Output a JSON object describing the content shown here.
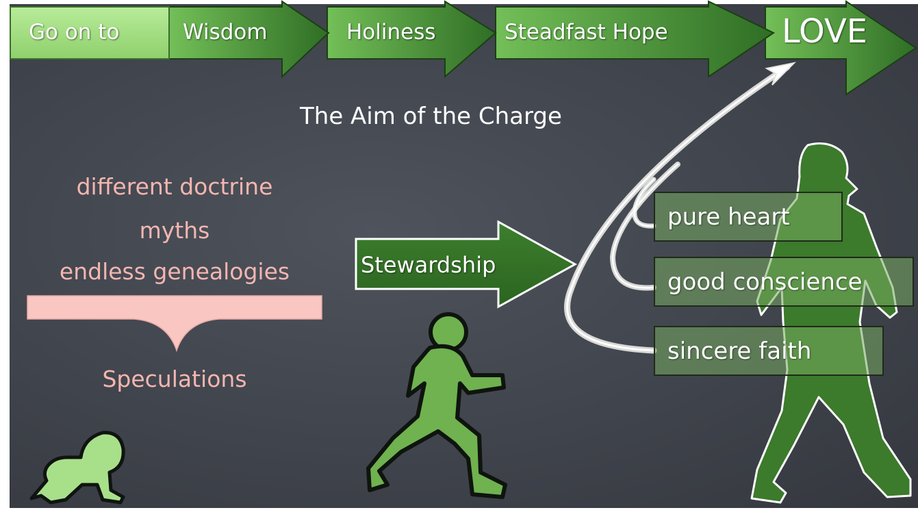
{
  "progression": {
    "start_label": "Go on to",
    "steps": [
      "Wisdom",
      "Holiness",
      "Steadfast Hope"
    ],
    "goal_label": "LOVE"
  },
  "aim_title": "The Aim of the Charge",
  "speculations": {
    "items": [
      "different doctrine",
      "myths",
      "endless genealogies"
    ],
    "summary": "Speculations"
  },
  "stewardship_label": "Stewardship",
  "sources": [
    "pure heart",
    "good conscience",
    "sincere faith"
  ],
  "colors": {
    "board": "#40444c",
    "light_green": "#a8e08a",
    "mid_green": "#4e9a3c",
    "dark_green": "#2f6a22",
    "pink": "#f4b6b0",
    "chalk": "#f2f2ee"
  },
  "icons": [
    "crawling-baby-icon",
    "running-child-icon",
    "walking-man-icon",
    "chalk-arrow-icon"
  ]
}
